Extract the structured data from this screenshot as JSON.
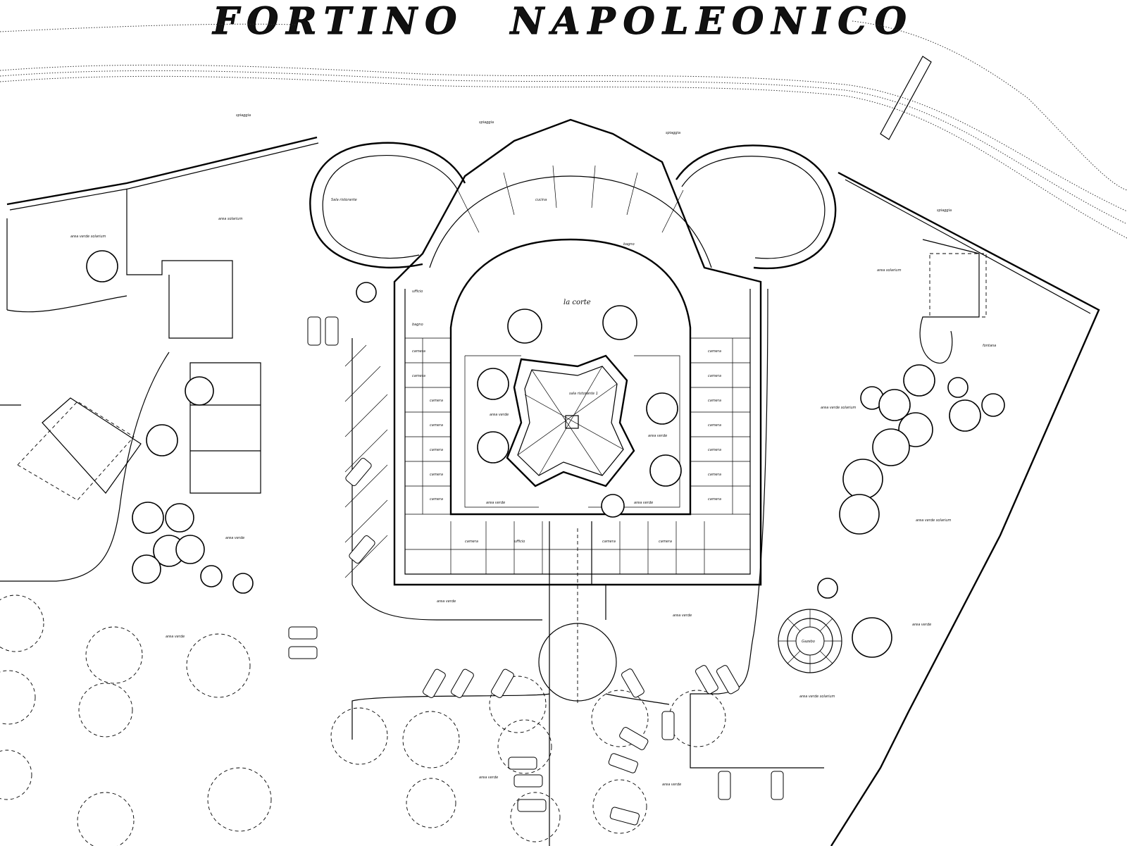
{
  "title": {
    "word1": "FORTINO",
    "word2": "NAPOLEONICO"
  },
  "labels": {
    "spiaggia": "spiaggia",
    "area_solarium": "area solarium",
    "area_verde": "area verde",
    "area_verde_solarium": "area verde solarium",
    "la_corte": "la corte",
    "camera": "camera",
    "ufficio": "ufficio",
    "bagno": "bagno",
    "sala_ristorante": "Sala ristorante",
    "cucina": "cucina",
    "fontana": "fontana",
    "gazebo": "Gazebo",
    "sala_ristorante_1": "sala ristorante 1"
  }
}
